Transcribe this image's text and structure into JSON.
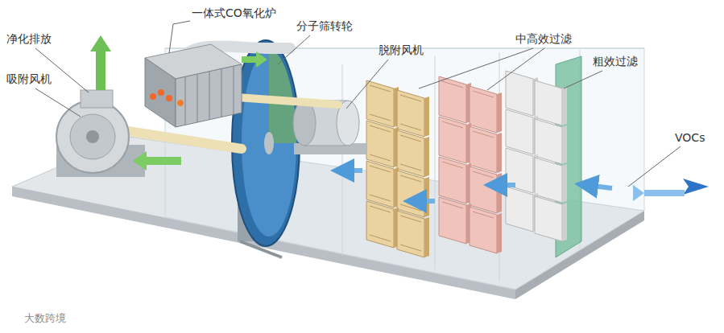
{
  "diagram": {
    "labels": [
      "净化排放",
      "吸附风机",
      "一体式CO氧化炉",
      "分子筛转轮",
      "脱附风机",
      "中高效过滤",
      "粗效过滤",
      "VOCs",
      "大数跨境"
    ]
  }
}
